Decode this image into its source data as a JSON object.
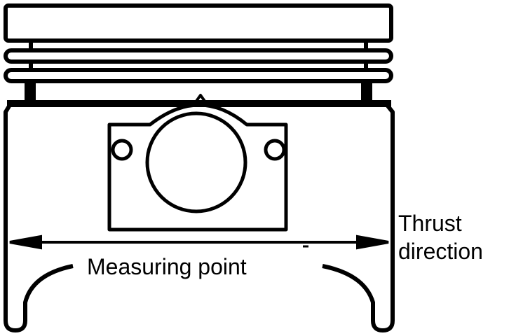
{
  "labels": {
    "measuring_point": "Measuring point",
    "thrust_line1": "Thrust",
    "thrust_line2": "direction"
  },
  "colors": {
    "ink": "#000000",
    "paper": "#ffffff"
  }
}
